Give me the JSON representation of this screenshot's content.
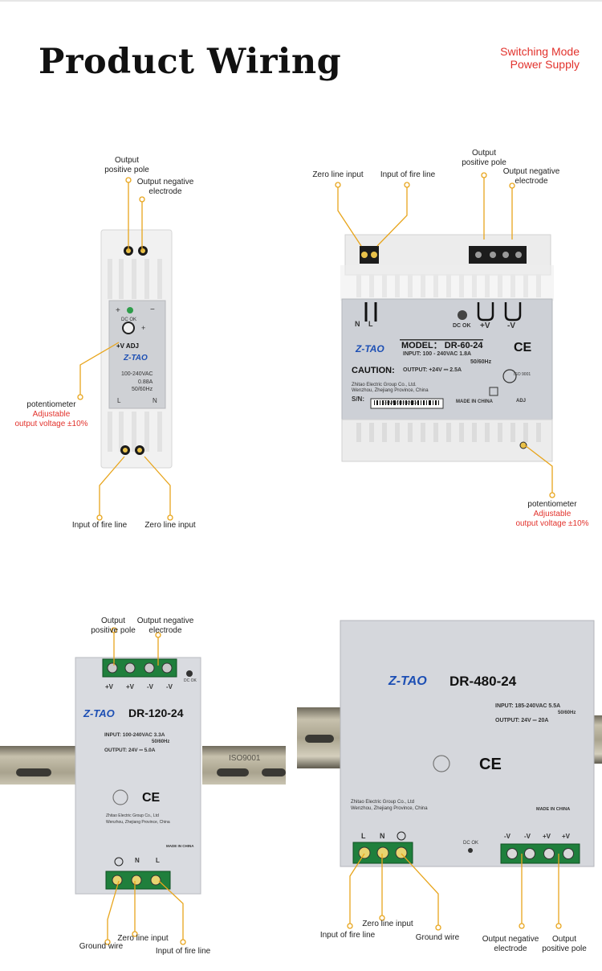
{
  "header": {
    "title": "Product Wiring",
    "subtitle_line1": "Switching Mode",
    "subtitle_line2": "Power Supply"
  },
  "accent_color": "#e2322c",
  "wire_color": "#e8a51c",
  "unit1": {
    "labels": {
      "output_pos_1": "Output",
      "output_pos_2": "positive pole",
      "output_neg_1": "Output  negative",
      "output_neg_2": "electrode",
      "pot_1": "potentiometer",
      "pot_2": "Adjustable",
      "pot_3": "output voltage ±10%",
      "fire": "Input of fire line",
      "zero": "Zero line input"
    },
    "face": {
      "plus": "+",
      "minus": "−",
      "dcok": "DC OK",
      "plus2": "+",
      "adj": "+V ADJ",
      "brand": "Z-TAO",
      "spec1": "100-240VAC",
      "spec2": "0.88A",
      "spec3": "50/60Hz",
      "l": "L",
      "n": "N"
    }
  },
  "unit2": {
    "labels": {
      "zero": "Zero line input",
      "fire": "Input of fire line",
      "output_pos_1": "Output",
      "output_pos_2": "positive pole",
      "output_neg_1": "Output  negative",
      "output_neg_2": "electrode",
      "pot_1": "potentiometer",
      "pot_2": "Adjustable",
      "pot_3": "output voltage ±10%"
    },
    "face": {
      "n": "N",
      "l": "L",
      "dcok": "DC OK",
      "pv": "+V",
      "mv": "-V",
      "brand": "Z-TAO",
      "model": "MODEL： DR-60-24",
      "input": "INPUT:   100 - 240VAC   1.8A",
      "hz": "50/60Hz",
      "caution": "CAUTION:",
      "output": "OUTPUT:        +24V   ⎓ 2.5A",
      "ce": "CE",
      "iso": "ISO 9001",
      "company1": "Zhitao Electric Group Co., Ltd.",
      "company2": "Wenzhou, Zhejiang Province, China",
      "sn": "S/N:",
      "barcode": "EBMW00202004",
      "made": "MADE IN CHINA",
      "adj": "ADJ"
    }
  },
  "unit3": {
    "labels": {
      "output_pos_1": "Output",
      "output_pos_2": "positive pole",
      "output_neg_1": "Output  negative",
      "output_neg_2": "electrode",
      "ground": "Ground wire",
      "zero": "Zero line input",
      "fire": "Input of fire line"
    },
    "face": {
      "t1": "+V",
      "t2": "+V",
      "t3": "-V",
      "t4": "-V",
      "dcok": "DC OK",
      "brand": "Z-TAO",
      "model": "DR-120-24",
      "input": "INPUT:  100-240VAC  3.3A",
      "hz": "50/60Hz",
      "output": "OUTPUT:          24V ═ 5.0A",
      "ce": "CE",
      "company1": "Zhitao Electric Group Co., Ltd",
      "company2": "Wenzhou, Zhejiang Province, China",
      "made": "MADE IN CHINA",
      "n": "N",
      "l": "L",
      "rail_text": "ISO9001"
    }
  },
  "unit4": {
    "labels": {
      "zero": "Zero line input",
      "fire": "Input of fire line",
      "ground": "Ground wire",
      "output_neg_1": "Output  negative",
      "output_neg_2": "electrode",
      "output_pos_1": "Output",
      "output_pos_2": "positive pole"
    },
    "face": {
      "brand": "Z-TAO",
      "model": "DR-480-24",
      "input": "INPUT:      185-240VAC  5.5A",
      "hz": "50/60Hz",
      "output": "OUTPUT:        24V  ═  20A",
      "ce": "CE",
      "company1": "Zhitao Electric Group Co., Ltd",
      "company2": "Wenzhou, Zhejiang Province, China",
      "made": "MADE IN CHINA",
      "l": "L",
      "n": "N",
      "dcok": "DC OK",
      "t1": "-V",
      "t2": "-V",
      "t3": "+V",
      "t4": "+V"
    }
  }
}
